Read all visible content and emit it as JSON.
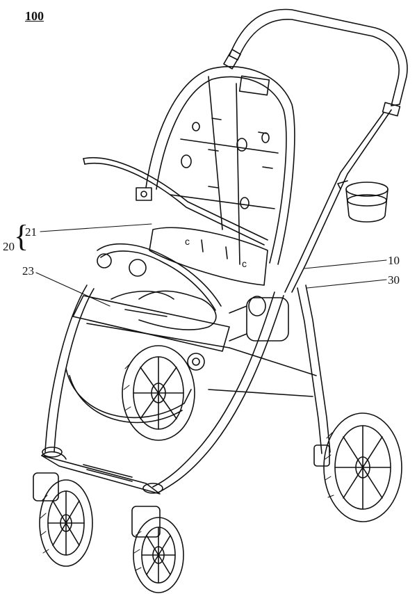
{
  "figure": {
    "number": "100",
    "labels": {
      "group": "20",
      "part_a": "21",
      "part_b": "23",
      "frame": "10",
      "cup": "30"
    },
    "brace": "{"
  },
  "colors": {
    "line": "#111111",
    "background": "#ffffff"
  }
}
